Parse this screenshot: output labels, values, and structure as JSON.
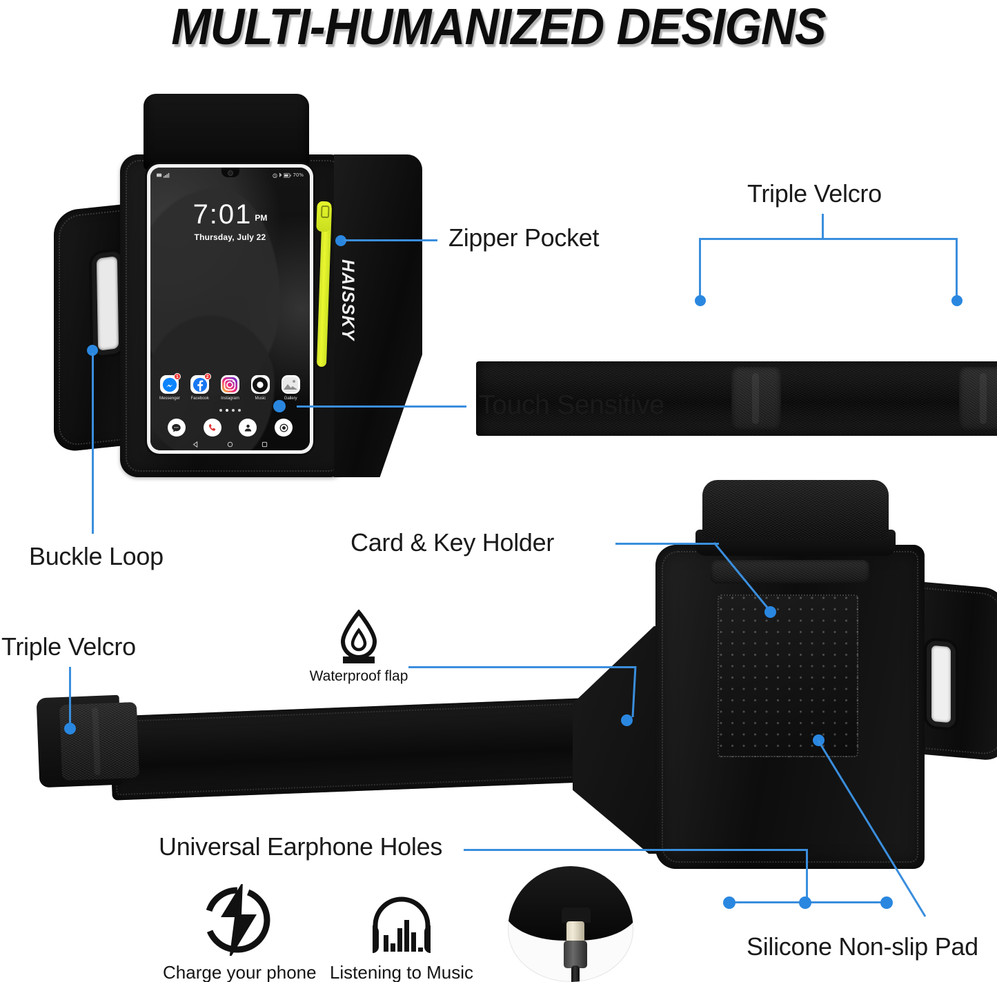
{
  "header": {
    "title": "MULTI-HUMANIZED DESIGNS"
  },
  "colors": {
    "accent_blue": "#3a8edd",
    "dot_blue": "#2a87e0",
    "zipper_yellow": "#e6f72c",
    "fabric_black": "#121212",
    "text_black": "#1a1a1a"
  },
  "callouts": {
    "zipper_pocket": "Zipper Pocket",
    "triple_velcro_top": "Triple Velcro",
    "touch_sensitive": "Touch Sensitive",
    "buckle_loop": "Buckle Loop",
    "triple_velcro_bottom": "Triple Velcro",
    "card_key_holder": "Card & Key Holder",
    "waterproof_flap": "Waterproof flap",
    "universal_earphone_holes": "Universal Earphone Holes",
    "silicone_pad": "Silicone Non-slip Pad"
  },
  "pictograms": [
    {
      "icon": "charge-bolt-icon",
      "caption": "Charge your phone"
    },
    {
      "icon": "headphones-music-icon",
      "caption": "Listening to Music"
    }
  ],
  "waterproof": {
    "icon": "water-drop-icon",
    "caption": "Waterproof flap"
  },
  "product": {
    "brand": "HAISSKY",
    "phone": {
      "clock_time": "7:01",
      "clock_ampm": "PM",
      "clock_date": "Thursday, July 22",
      "status_battery": "70%",
      "apps": [
        {
          "name": "Messenger",
          "badge": "1"
        },
        {
          "name": "Facebook",
          "badge": "2"
        },
        {
          "name": "Instagram",
          "badge": ""
        },
        {
          "name": "Music",
          "badge": ""
        },
        {
          "name": "Gallery",
          "badge": ""
        }
      ],
      "page_dots": 4,
      "page_dot_active": 2,
      "dock": [
        "messages-icon",
        "phone-icon",
        "contacts-icon",
        "camera-icon"
      ],
      "navbar": [
        "back-icon",
        "home-icon",
        "recents-icon"
      ]
    }
  }
}
